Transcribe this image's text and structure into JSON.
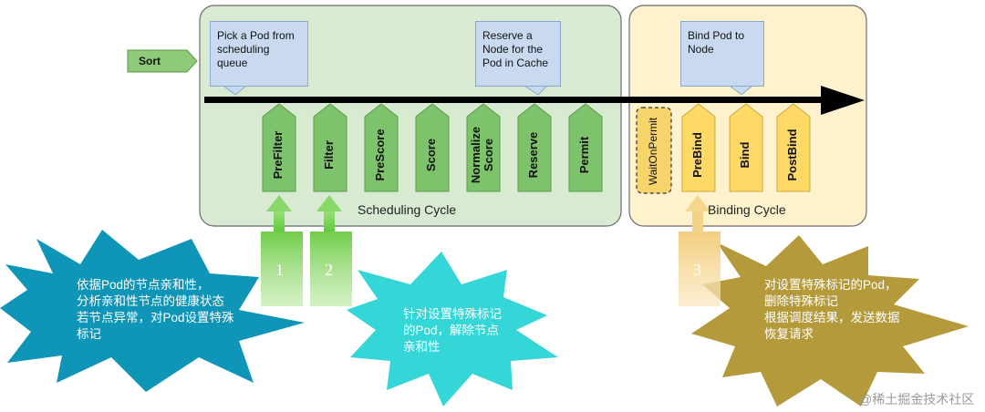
{
  "sort": {
    "label": "Sort"
  },
  "scheduling": {
    "title": "Scheduling Cycle",
    "callout_pick": "Pick a Pod from scheduling queue",
    "callout_reserve": "Reserve a Node for the Pod in Cache",
    "plugins": [
      "PreFilter",
      "Filter",
      "PreScore",
      "Score",
      "Normalize Score",
      "Reserve",
      "Permit"
    ]
  },
  "binding": {
    "title": "Binding Cycle",
    "callout_bind": "Bind Pod to Node",
    "wait_label": "WaitOnPermit",
    "plugins": [
      "PreBind",
      "Bind",
      "PostBind"
    ]
  },
  "steps": [
    "1",
    "2",
    "3"
  ],
  "notes": {
    "note1": [
      "依据Pod的节点亲和性，",
      "分析亲和性节点的健康状态",
      "若节点异常，对Pod设置特殊",
      "标记"
    ],
    "note2": [
      "针对设置特殊标记",
      "的Pod，解除节点",
      "亲和性"
    ],
    "note3": [
      "对设置特殊标记的Pod，",
      "删除特殊标记",
      "根据调度结果，发送数据",
      "恢复请求"
    ]
  },
  "watermark": "@稀土掘金技术社区",
  "colors": {
    "scheduling_panel": "#d9ead3",
    "binding_panel": "#fff2cc",
    "green_plugin": "#7dc36b",
    "yellow_plugin": "#ffd966",
    "burst_blue": "#0e95b8",
    "burst_cyan": "#34d6d8",
    "burst_olive": "#b59a3c"
  }
}
